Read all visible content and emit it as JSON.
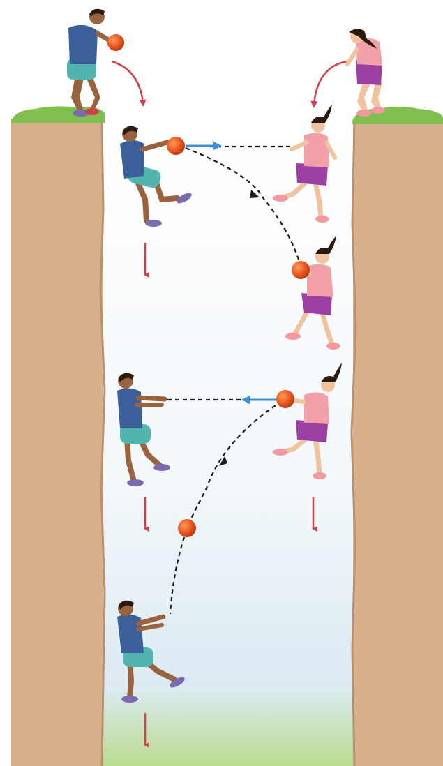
{
  "figure": {
    "characters": [
      "boy",
      "girl"
    ],
    "ball_color": "#e8561f",
    "colors": {
      "cliff": "#d9b08c",
      "cliff_edge": "#b8916e",
      "grass": "#7fbf4d",
      "sky_bottom": "#dceaf2",
      "ground_glow": "#b9dc8f",
      "gravity_arrow": "#d0404a",
      "throw_arrow": "#3a8fd8",
      "path": "#1a1a1a",
      "boy_shirt": "#3a5f99",
      "boy_shorts": "#52b5ad",
      "boy_skin": "#9a6340",
      "girl_shirt": "#f2a0a8",
      "girl_shorts": "#9b3fa3",
      "girl_skin": "#f0c39f"
    },
    "icons": [
      "gravity-arrow-icon",
      "velocity-arrow-icon",
      "trajectory-dashed-line"
    ]
  }
}
